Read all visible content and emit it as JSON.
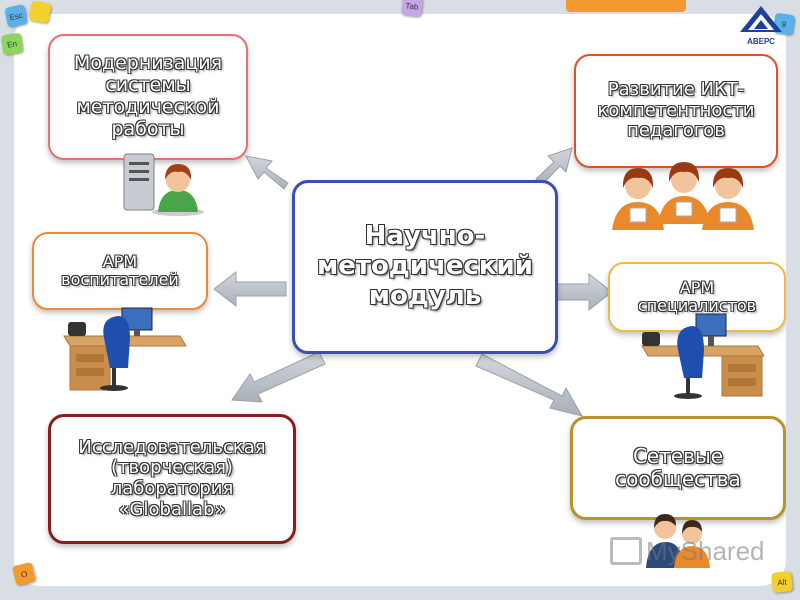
{
  "center": {
    "text": "Научно-методический модуль",
    "border": "#3d4db7"
  },
  "nodes": {
    "modernization": {
      "text": "Модернизация системы методической работы",
      "border": "#e97070"
    },
    "ict": {
      "text": "Развитие ИКТ-компетентности педагогов",
      "border": "#d9522c"
    },
    "arm_educators": {
      "text": "АРМ воспитателей",
      "border": "#ee8a3c"
    },
    "arm_specialists": {
      "text": "АРМ специалистов",
      "border": "#f0b84a"
    },
    "research_lab": {
      "text": "Исследовательская (творческая) лаборатория «Globallab»",
      "border": "#8c1d1d"
    },
    "network": {
      "text": "Сетевые сообщества",
      "border": "#b8922e"
    }
  },
  "logo": {
    "text": "АВЕРС"
  },
  "watermark": {
    "text": "MyShared"
  },
  "keys": {
    "esc": "Esc",
    "en": "En",
    "tab": "Tab",
    "nine": "9",
    "alt": "Alt",
    "o": "O"
  },
  "colors": {
    "arrow": "#b7bdc5",
    "frame": "#d9dde4"
  }
}
